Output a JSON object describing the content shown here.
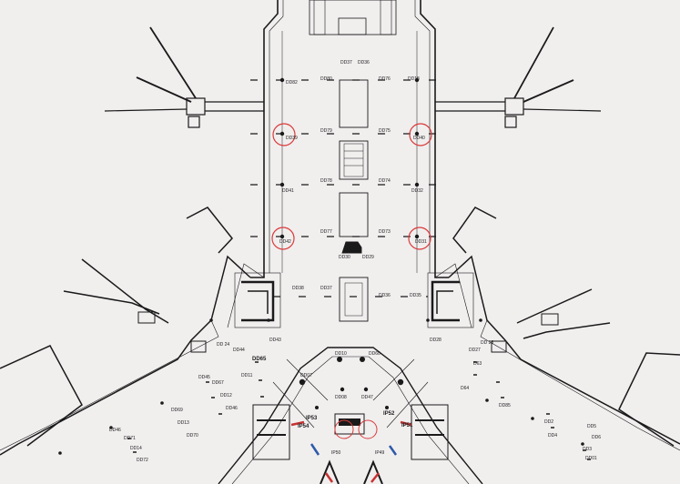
{
  "colors": {
    "background": "#f1eeee",
    "line": "#1a1a1a",
    "highlight": "#d93b3b",
    "marker_blue": "#2d5aa8",
    "marker_red": "#c83232"
  },
  "highlighted_devices": [
    "DD39",
    "DD40",
    "DD42",
    "DD31"
  ],
  "labels": {
    "l01": "DD37",
    "l02": "DD36",
    "l03": "DD82",
    "l04": "DD80",
    "l05": "DD76",
    "l06": "DD18",
    "l07": "DD39",
    "l08": "DD79",
    "l09": "DD75",
    "l10": "DD40",
    "l11": "DD41",
    "l12": "DD78",
    "l13": "DD74",
    "l14": "DD32",
    "l15": "DD42",
    "l16": "DD77",
    "l17": "DD73",
    "l18": "DD31",
    "l19": "DD30",
    "l20": "DD29",
    "l21": "DD38",
    "l22": "DD37",
    "l23": "DD36",
    "l24": "DD35",
    "l25": "DD 24",
    "l26": "DD44",
    "l27": "DD43",
    "l28": "DD28",
    "l29": "DD 23",
    "l30": "DD27",
    "l31": "DD10",
    "l32": "DD60",
    "l33": "DD65",
    "l34": "DD11",
    "l35": "DD45",
    "l36": "DD67",
    "l37": "DD12",
    "l38": "DD46",
    "l39": "DD47",
    "l40": "DD69",
    "l41": "DD13",
    "l42": "DD70",
    "l43": "DD46",
    "l44": "DD71",
    "l45": "DD14",
    "l46": "DD72",
    "l47": "D63",
    "l48": "D64",
    "l49": "DD07",
    "l50": "DD08",
    "l51": "IP52",
    "l52": "IP53",
    "l53": "IP51",
    "l54": "IP54",
    "l55": "IP50",
    "l56": "IP49",
    "l57": "DD2",
    "l58": "DD5",
    "l59": "DD85",
    "l60": "DD6",
    "l61": "DD3",
    "l62": "DD4",
    "l63": "DD01"
  }
}
